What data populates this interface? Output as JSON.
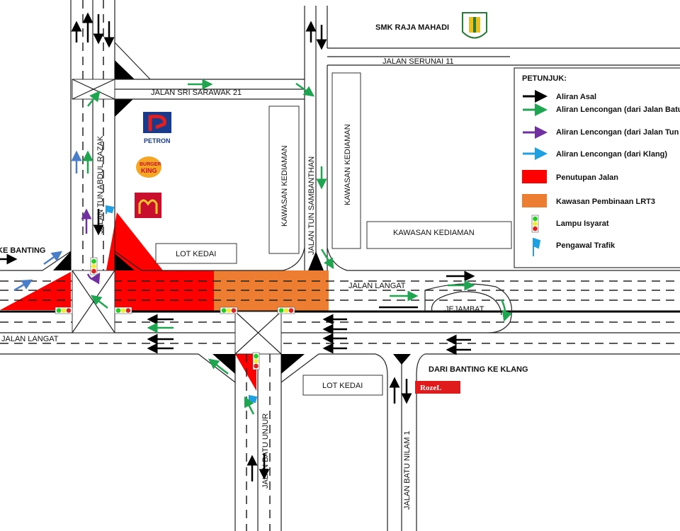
{
  "roads": {
    "tun_abdul_razak": "JALAN TUN ABDUL RAZAK",
    "sri_sarawak": "JALAN SRI SARAWAK 21",
    "tun_sambanthan": "JALAN TUN SAMBANTHAN",
    "serunai": "JALAN SERUNAI 11",
    "langat_west": "JALAN LANGAT",
    "langat_east": "JALAN LANGAT",
    "batu_unjur": "JALAN BATU UNJUR",
    "batu_nilam": "JALAN BATU NILAM 1"
  },
  "places": {
    "school": "SMK RAJA MAHADI",
    "residential_1": "KAWASAN KEDIAMAN",
    "residential_2": "KAWASAN KEDIAMAN",
    "residential_3": "KAWASAN KEDIAMAN",
    "lot_kedai_1": "LOT KEDAI",
    "lot_kedai_2": "LOT KEDAI",
    "jejambat": "JEJAMBAT",
    "ke_banting": "KE BANTING",
    "dari_banting": "DARI BANTING KE KLANG"
  },
  "brands": {
    "petron": "PETRON",
    "burger_king_1": "BURGER",
    "burger_king_2": "KING",
    "rozel": "RozeL"
  },
  "legend": {
    "title": "PETUNJUK:",
    "items": [
      {
        "label": "Aliran Asal",
        "color": "#000000"
      },
      {
        "label": "Aliran Lencongan (dari Jalan Batu Unjur)",
        "color": "#1fa54f"
      },
      {
        "label": "Aliran Lencongan (dari Jalan Tun Abdul Razak)",
        "color": "#7030a0"
      },
      {
        "label": "Aliran Lencongan (dari Klang)",
        "color": "#1fa0e0"
      },
      {
        "label": "Penutupan Jalan",
        "color": "#ff0000"
      },
      {
        "label": "Kawasan Pembinaan LRT3",
        "color": "#ed7d31"
      },
      {
        "label": "Lampu Isyarat"
      },
      {
        "label": "Pengawal Trafik"
      }
    ]
  }
}
